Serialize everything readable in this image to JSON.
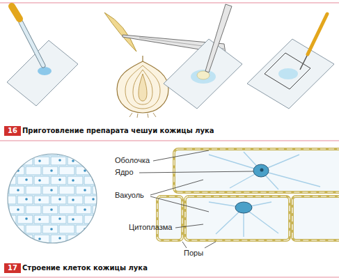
{
  "diagram": {
    "nodes": [
      {
        "text": [
          "16"
        ]
      },
      {
        "text": [
          "17"
        ]
      }
    ],
    "labels": [
      "Приготовление препарата чешуи кожицы лука",
      "Оболочка",
      "Ядро",
      "Вакуоль",
      "Цитоплазма",
      "Поры",
      "Строение клеток кожицы лука"
    ]
  }
}
